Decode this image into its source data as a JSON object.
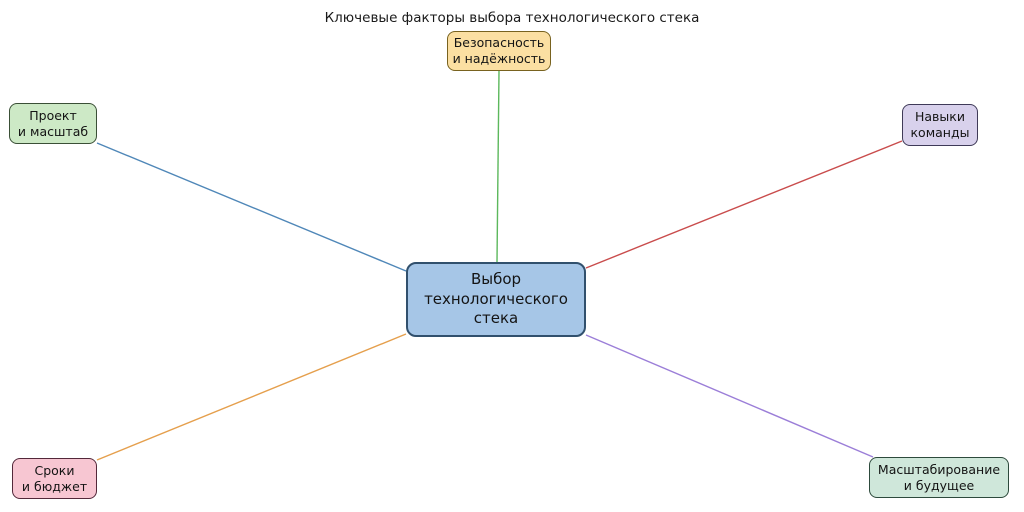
{
  "title": "Ключевые факторы выбора технологического стека",
  "center": {
    "label": "Выбор технологического стека",
    "line1": "Выбор",
    "line2": "технологического",
    "line3": "стека",
    "fill": "#a6c6e7",
    "border": "#31506d"
  },
  "nodes": [
    {
      "id": "security",
      "label": "Безопасность и надёжность",
      "line1": "Безопасность",
      "line2": "и надёжность",
      "fill": "#fbdfa2",
      "border": "#78621f"
    },
    {
      "id": "project",
      "label": "Проект и масштаб",
      "line1": "Проект",
      "line2": "и масштаб",
      "fill": "#cde9c6",
      "border": "#3a4f36"
    },
    {
      "id": "skills",
      "label": "Навыки команды",
      "line1": "Навыки",
      "line2": "команды",
      "fill": "#d8d1ec",
      "border": "#3f3a58"
    },
    {
      "id": "time",
      "label": "Сроки и бюджет",
      "line1": "Сроки",
      "line2": "и бюджет",
      "fill": "#f7c6d2",
      "border": "#53283a"
    },
    {
      "id": "scaling",
      "label": "Масштабирование и будущее",
      "line1": "Масштабирование",
      "line2": "и будущее",
      "fill": "#cfe7da",
      "border": "#2d4a3c"
    }
  ],
  "connections": [
    {
      "from": "security",
      "to": "center",
      "color": "#5cb85c"
    },
    {
      "from": "project",
      "to": "center",
      "color": "#4f87b8"
    },
    {
      "from": "skills",
      "to": "center",
      "color": "#c94c4c"
    },
    {
      "from": "time",
      "to": "center",
      "color": "#e59f4c"
    },
    {
      "from": "scaling",
      "to": "center",
      "color": "#9b7ed8"
    }
  ]
}
